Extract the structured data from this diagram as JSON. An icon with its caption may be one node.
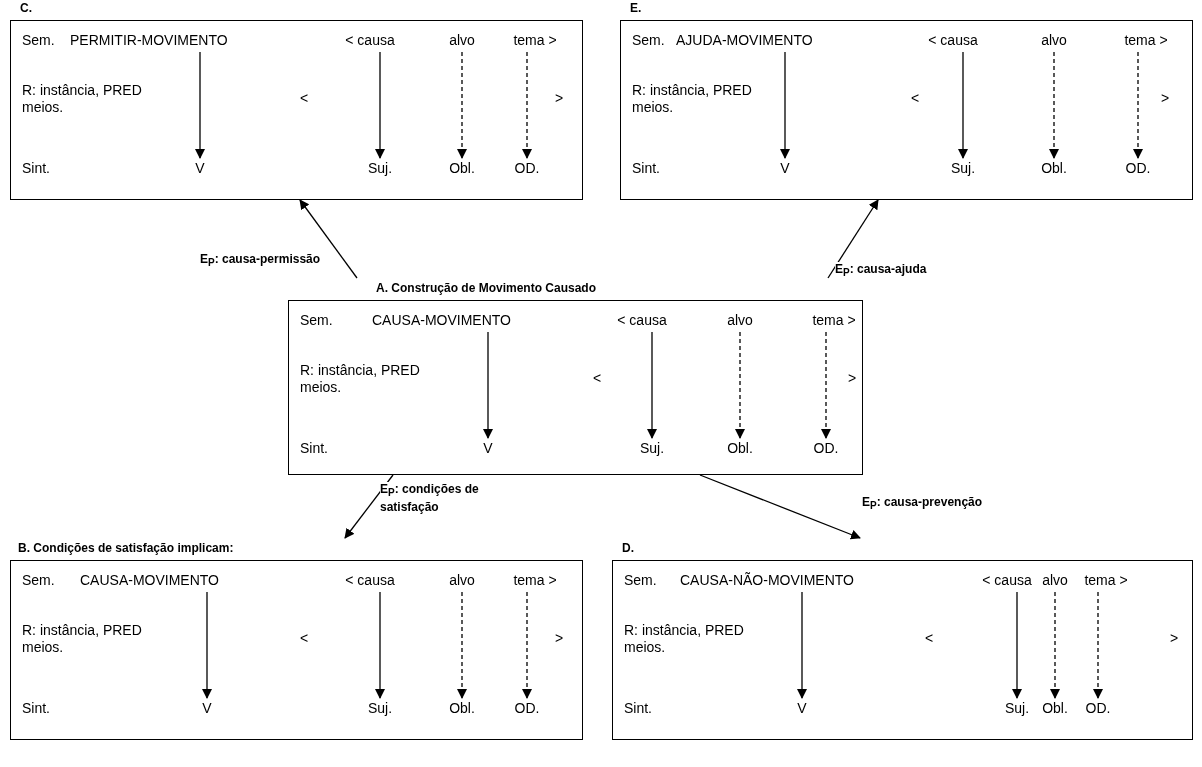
{
  "diagram": {
    "nodes": [
      {
        "text": [
          "C.",
          "Sem.",
          "R: instância, PRED meios.",
          "<",
          ">",
          "Sint."
        ]
      },
      {
        "text": [
          "PERMITIR-MOVIMENTO"
        ],
        "in": 0
      },
      {
        "text": [
          "< causa"
        ],
        "in": 0
      },
      {
        "text": [
          "alvo"
        ],
        "in": 0
      },
      {
        "text": [
          "tema >"
        ],
        "in": 0
      },
      {
        "text": [
          "V"
        ],
        "in": 0
      },
      {
        "text": [
          "Suj."
        ],
        "in": 0
      },
      {
        "text": [
          "Obl."
        ],
        "in": 0
      },
      {
        "text": [
          "OD."
        ],
        "in": 0
      },
      {
        "text": [
          "E.",
          "Sem.",
          "R: instância, PRED meios.",
          "<",
          ">",
          "Sint."
        ]
      },
      {
        "text": [
          "AJUDA-MOVIMENTO"
        ],
        "in": 9
      },
      {
        "text": [
          "< causa"
        ],
        "in": 9
      },
      {
        "text": [
          "alvo"
        ],
        "in": 9
      },
      {
        "text": [
          "tema >"
        ],
        "in": 9
      },
      {
        "text": [
          "V"
        ],
        "in": 9
      },
      {
        "text": [
          "Suj."
        ],
        "in": 9
      },
      {
        "text": [
          "Obl."
        ],
        "in": 9
      },
      {
        "text": [
          "OD."
        ],
        "in": 9
      },
      {
        "text": [
          "A. Construção de Movimento Causado",
          "Sem.",
          "R: instância, PRED meios.",
          "<",
          ">",
          "Sint."
        ]
      },
      {
        "text": [
          "CAUSA-MOVIMENTO"
        ],
        "in": 18
      },
      {
        "text": [
          "< causa"
        ],
        "in": 18
      },
      {
        "text": [
          "alvo"
        ],
        "in": 18
      },
      {
        "text": [
          "tema >"
        ],
        "in": 18
      },
      {
        "text": [
          "V"
        ],
        "in": 18
      },
      {
        "text": [
          "Suj."
        ],
        "in": 18
      },
      {
        "text": [
          "Obl."
        ],
        "in": 18
      },
      {
        "text": [
          "OD."
        ],
        "in": 18
      },
      {
        "text": [
          "B. Condições de satisfação implicam:",
          "Sem.",
          "R: instância, PRED meios.",
          "<",
          ">",
          "Sint."
        ]
      },
      {
        "text": [
          "CAUSA-MOVIMENTO"
        ],
        "in": 27
      },
      {
        "text": [
          "< causa"
        ],
        "in": 27
      },
      {
        "text": [
          "alvo"
        ],
        "in": 27
      },
      {
        "text": [
          "tema >"
        ],
        "in": 27
      },
      {
        "text": [
          "V"
        ],
        "in": 27
      },
      {
        "text": [
          "Suj."
        ],
        "in": 27
      },
      {
        "text": [
          "Obl."
        ],
        "in": 27
      },
      {
        "text": [
          "OD."
        ],
        "in": 27
      },
      {
        "text": [
          "D.",
          "Sem.",
          "R: instância, PRED meios.",
          "<",
          ">",
          "Sint."
        ]
      },
      {
        "text": [
          "CAUSA-NÃO-MOVIMENTO"
        ],
        "in": 36
      },
      {
        "text": [
          "< causa"
        ],
        "in": 36
      },
      {
        "text": [
          "alvo"
        ],
        "in": 36
      },
      {
        "text": [
          "tema >"
        ],
        "in": 36
      },
      {
        "text": [
          "V"
        ],
        "in": 36
      },
      {
        "text": [
          "Suj."
        ],
        "in": 36
      },
      {
        "text": [
          "Obl."
        ],
        "in": 36
      },
      {
        "text": [
          "OD."
        ],
        "in": 36
      }
    ],
    "edges": [
      {
        "from": 18,
        "to": 0,
        "arrow": "to",
        "label": "E$_{P}$: causa-permissão"
      },
      {
        "from": 18,
        "to": 9,
        "arrow": "to",
        "label": "E$_{P}$: causa-ajuda"
      },
      {
        "from": 18,
        "to": 27,
        "arrow": "to",
        "label": "E$_{P}$: condições de satisfação"
      },
      {
        "from": 18,
        "to": 36,
        "arrow": "to",
        "label": "E$_{P}$: causa-prevenção"
      },
      {
        "from": 1,
        "to": 5,
        "arrow": "to"
      },
      {
        "from": 2,
        "to": 6,
        "arrow": "to"
      },
      {
        "from": 3,
        "to": 7,
        "arrow": "to",
        "style": "dashed"
      },
      {
        "from": 4,
        "to": 8,
        "arrow": "to",
        "style": "dashed"
      },
      {
        "from": 10,
        "to": 14,
        "arrow": "to"
      },
      {
        "from": 11,
        "to": 15,
        "arrow": "to"
      },
      {
        "from": 12,
        "to": 16,
        "arrow": "to",
        "style": "dashed"
      },
      {
        "from": 13,
        "to": 17,
        "arrow": "to",
        "style": "dashed"
      },
      {
        "from": 19,
        "to": 23,
        "arrow": "to"
      },
      {
        "from": 20,
        "to": 24,
        "arrow": "to"
      },
      {
        "from": 21,
        "to": 25,
        "arrow": "to",
        "style": "dashed"
      },
      {
        "from": 22,
        "to": 26,
        "arrow": "to",
        "style": "dashed"
      },
      {
        "from": 28,
        "to": 32,
        "arrow": "to"
      },
      {
        "from": 29,
        "to": 33,
        "arrow": "to"
      },
      {
        "from": 30,
        "to": 34,
        "arrow": "to",
        "style": "dashed"
      },
      {
        "from": 31,
        "to": 35,
        "arrow": "to",
        "style": "dashed"
      },
      {
        "from": 37,
        "to": 41,
        "arrow": "to"
      },
      {
        "from": 38,
        "to": 42,
        "arrow": "to"
      },
      {
        "from": 39,
        "to": 43,
        "arrow": "to",
        "style": "dashed"
      },
      {
        "from": 40,
        "to": 44,
        "arrow": "to",
        "style": "dashed"
      }
    ]
  }
}
